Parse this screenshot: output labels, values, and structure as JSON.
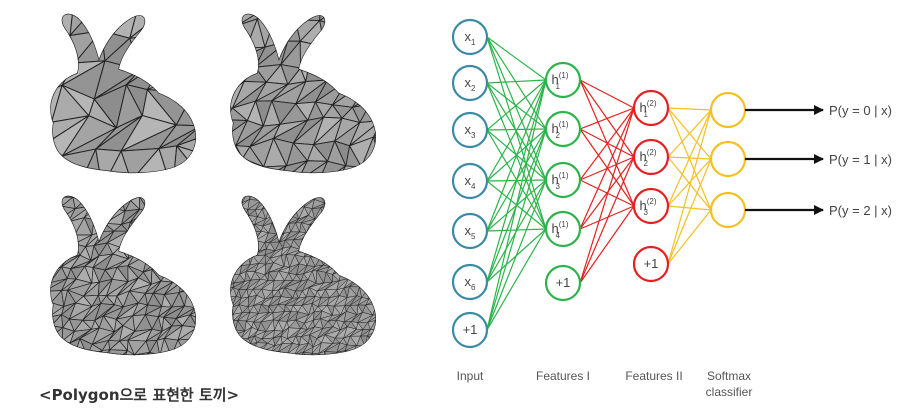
{
  "bunny": {
    "caption": "<Polygon으로 표현한 토끼>",
    "mesh_fill": "#9a9a9a",
    "mesh_edge": "#222222"
  },
  "network": {
    "colors": {
      "input": "#3a8aa6",
      "features_1": "#2cb34a",
      "features_2": "#e52020",
      "softmax": "#f5c020",
      "output": "#111111"
    },
    "layers": {
      "input": {
        "label": "Input",
        "nodes": [
          {
            "main": "x",
            "sub": "1"
          },
          {
            "main": "x",
            "sub": "2"
          },
          {
            "main": "x",
            "sub": "3"
          },
          {
            "main": "x",
            "sub": "4"
          },
          {
            "main": "x",
            "sub": "5"
          },
          {
            "main": "x",
            "sub": "6"
          },
          {
            "main": "+1",
            "sub": ""
          }
        ]
      },
      "features_1": {
        "label": "Features I",
        "nodes": [
          {
            "main": "h",
            "sub": "1",
            "sup": "(1)"
          },
          {
            "main": "h",
            "sub": "2",
            "sup": "(1)"
          },
          {
            "main": "h",
            "sub": "3",
            "sup": "(1)"
          },
          {
            "main": "h",
            "sub": "4",
            "sup": "(1)"
          },
          {
            "main": "+1",
            "sub": "",
            "sup": ""
          }
        ]
      },
      "features_2": {
        "label": "Features II",
        "nodes": [
          {
            "main": "h",
            "sub": "1",
            "sup": "(2)"
          },
          {
            "main": "h",
            "sub": "2",
            "sup": "(2)"
          },
          {
            "main": "h",
            "sub": "3",
            "sup": "(2)"
          },
          {
            "main": "+1",
            "sub": "",
            "sup": ""
          }
        ]
      },
      "softmax": {
        "label_line1": "Softmax",
        "label_line2": "classifier",
        "node_count": 3
      }
    },
    "outputs": [
      "P(y = 0 | x)",
      "P(y = 1 | x)",
      "P(y = 2 | x)"
    ]
  }
}
